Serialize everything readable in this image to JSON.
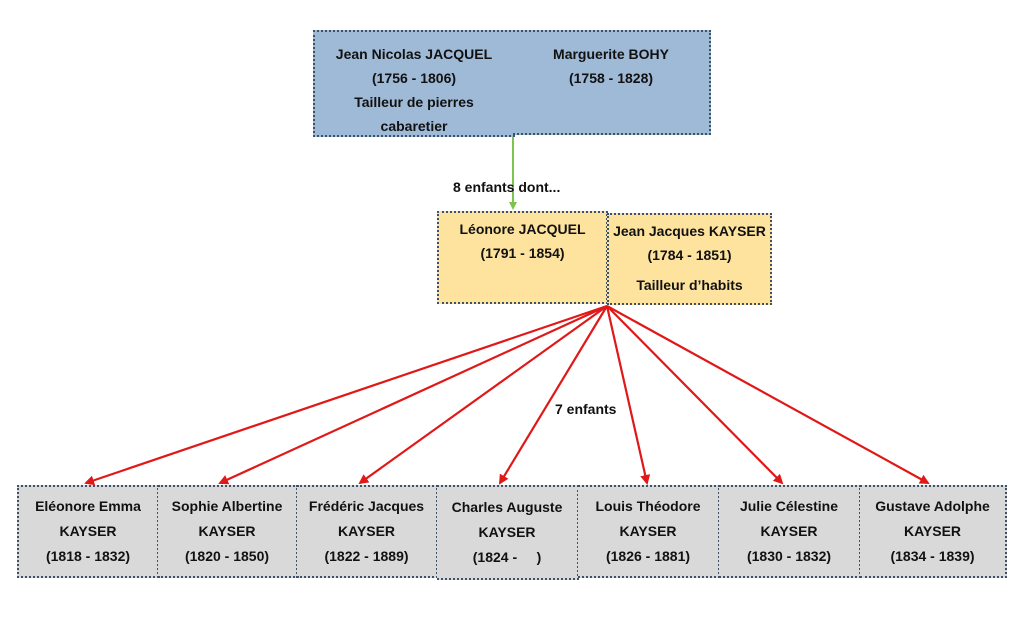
{
  "colors": {
    "generation1_fill": "#9fbad7",
    "generation2_fill": "#fde39e",
    "children_fill": "#d9d9d9",
    "border": "#3d5268",
    "green_arrow": "#7cc44e",
    "red_arrow": "#e01818"
  },
  "generation1": {
    "father": {
      "name": "Jean Nicolas JACQUEL",
      "dates": "(1756 - 1806)",
      "occupation_line1": "Tailleur de pierres",
      "occupation_line2": "cabaretier"
    },
    "mother": {
      "name": "Marguerite BOHY",
      "dates": "(1758 - 1828)"
    }
  },
  "link1_label": "8 enfants dont...",
  "generation2": {
    "wife": {
      "name": "Léonore JACQUEL",
      "dates": "(1791 - 1854)"
    },
    "husband": {
      "name": "Jean Jacques KAYSER",
      "dates": "(1784 - 1851)",
      "occupation": "Tailleur d’habits"
    }
  },
  "link2_label": "7 enfants",
  "children": [
    {
      "first_names": "Eléonore Emma",
      "surname": "KAYSER",
      "dates": "(1818 - 1832)"
    },
    {
      "first_names": "Sophie Albertine",
      "surname": "KAYSER",
      "dates": "(1820 - 1850)"
    },
    {
      "first_names": "Frédéric Jacques",
      "surname": "KAYSER",
      "dates": "(1822 - 1889)"
    },
    {
      "first_names": "Charles Auguste",
      "surname": "KAYSER",
      "dates": "(1824 -     )"
    },
    {
      "first_names": "Louis Théodore",
      "surname": "KAYSER",
      "dates": "(1826 - 1881)"
    },
    {
      "first_names": "Julie Célestine",
      "surname": "KAYSER",
      "dates": "(1830 - 1832)"
    },
    {
      "first_names": "Gustave Adolphe",
      "surname": "KAYSER",
      "dates": "(1834 - 1839)"
    }
  ]
}
